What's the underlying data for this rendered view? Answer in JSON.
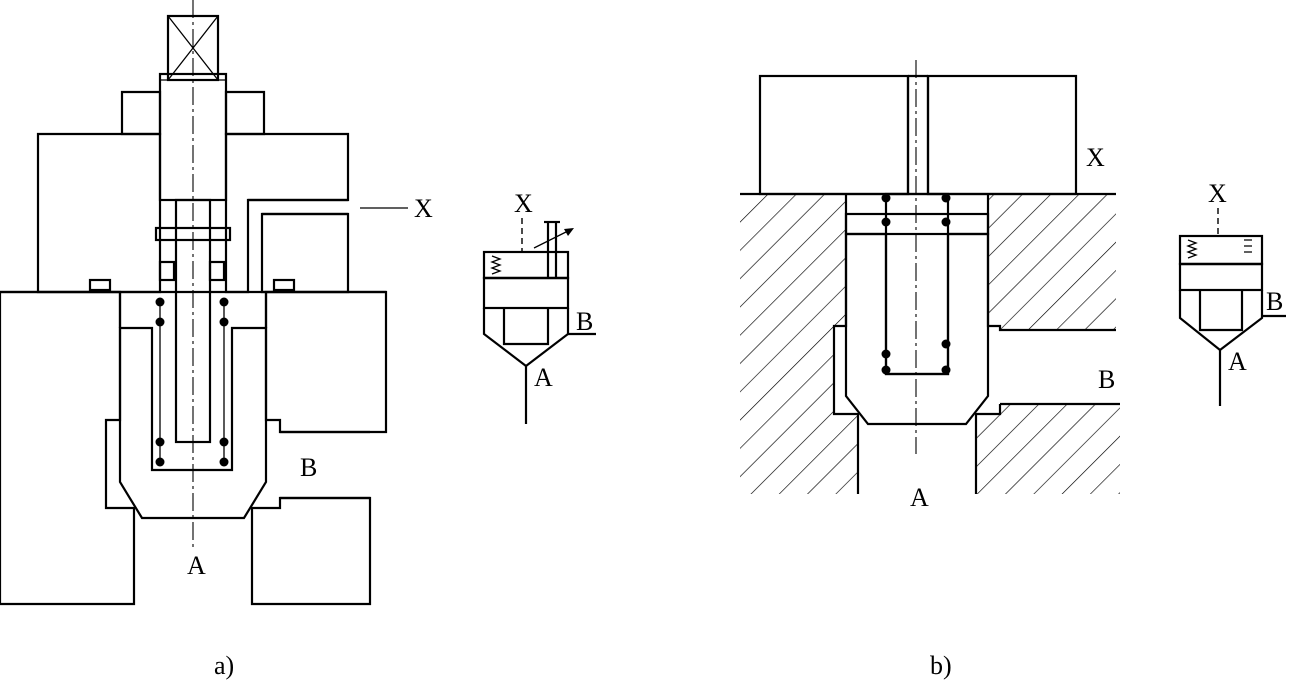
{
  "figure_a": {
    "caption": "a)",
    "section_labels": {
      "pilot": "X",
      "port_a": "A",
      "port_b": "B"
    },
    "symbol_labels": {
      "pilot": "X",
      "port_a": "A",
      "port_b": "B"
    }
  },
  "figure_b": {
    "caption": "b)",
    "section_labels": {
      "pilot": "X",
      "port_a": "A",
      "port_b": "B"
    },
    "symbol_labels": {
      "pilot": "X",
      "port_a": "A",
      "port_b": "B"
    }
  }
}
